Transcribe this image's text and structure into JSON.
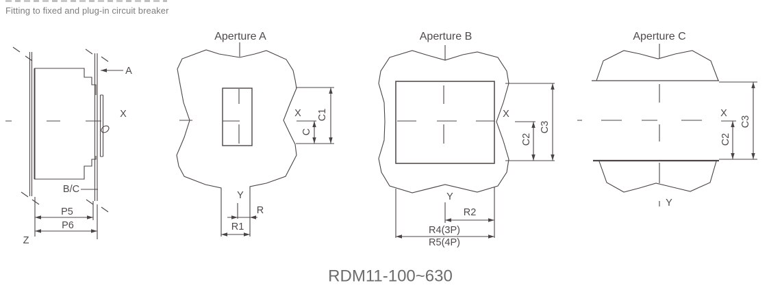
{
  "header": {
    "subtitle": "Fitting to fixed and plug-in circuit breaker"
  },
  "footer": {
    "model": "RDM11-100~630"
  },
  "colors": {
    "line": "#4a4444",
    "label": "#4e4a49",
    "subtitle_text": "#7d7d7d",
    "model_text": "#6c6c6c"
  },
  "side_view": {
    "labels": {
      "a": "A",
      "x": "X",
      "bc": "B/C",
      "p5": "P5",
      "p6": "P6",
      "z": "Z"
    }
  },
  "aperture_a": {
    "title": "Aperture A",
    "labels": {
      "x": "X",
      "c": "C",
      "c1": "C1",
      "y": "Y",
      "r": "R",
      "r1": "R1"
    }
  },
  "aperture_b": {
    "title": "Aperture B",
    "labels": {
      "x": "X",
      "c2": "C2",
      "c3": "C3",
      "y": "Y",
      "r2": "R2",
      "r4": "R4(3P)",
      "r5": "R5(4P)"
    }
  },
  "aperture_c": {
    "title": "Aperture C",
    "labels": {
      "x": "X",
      "c2": "C2",
      "c3": "C3",
      "y": "Y"
    }
  }
}
